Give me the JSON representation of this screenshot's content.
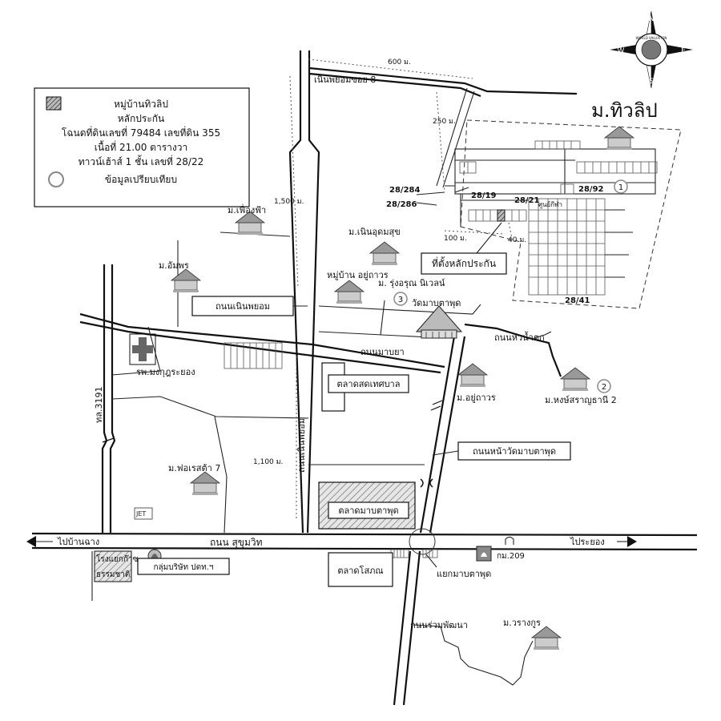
{
  "legend": {
    "village_name": "หมู่บ้านทิวลิป",
    "collateral": "หลักประกัน",
    "deed": "โฉนดที่ดินเลขที่ 79484 เลขที่ดิน 355",
    "area": "เนื้อที่ 21.00 ตารางวา",
    "building": "ทาวน์เฮ้าส์ 1 ชั้น เลขที่ 28/22",
    "comparison": "ข้อมูลเปรียบเทียบ"
  },
  "compass": {
    "n": "N",
    "s": "S",
    "e": "E",
    "w": "W",
    "seal": "WORLD VALUATION"
  },
  "project_title": "ม.ทิวลิป",
  "roads": {
    "soi8": "เนินพยอมซอย 8",
    "nernpayom": "ถนนเนินพยอม",
    "nernpayom_vertical": "ถนนเนินพยอม",
    "mabya": "ถนนมาบยา",
    "huanamtok": "ถนนห้วน้ำตก",
    "wat_front": "ถนนหน้าวัดมาบตาพุด",
    "sukhumvit": "ถนน สุขุมวิท",
    "ruampattana": "ถนนร่วมพัฒนา",
    "route3191": "ทล.3191",
    "to_banchang": "ไปบ้านฉาง",
    "to_rayong": "ไประยอง",
    "junction": "แยกมาบตาพุด",
    "km": "กม.209"
  },
  "distances": {
    "d600": "600 ม.",
    "d250": "250 ม.",
    "d1500": "1,500 ม.",
    "d100": "100 ม.",
    "d40": "40 ม.",
    "d1100": "1,100 ม."
  },
  "lots": {
    "l284": "28/284",
    "l286": "28/286",
    "l19": "28/19",
    "l21": "28/21",
    "l92": "28/92",
    "l41": "28/41",
    "club": "ศูนย์กีฬา"
  },
  "collateral_label": "ที่ตั้งหลักประกัน",
  "places": {
    "fuengfa": "ม.เฟื่องฟ้า",
    "aumporn": "ม.อัมพร",
    "nernudomsuk": "ม.เนินอุดมสุข",
    "yuthawon_village": "หมู่บ้าน อยู่ถาวร",
    "rungarun": "ม. รุ่งอรุณ นิเวลน์",
    "wat": "วัดมาบตาพุด",
    "yuthawon": "ม.อยู่ถาวร",
    "hongsaran": "ม.หงษ์สราญธานี 2",
    "hospital": "รพ.มงกุฎระยอง",
    "fresh_market": "ตลาดสดเทศบาล",
    "forest7": "ม.ฟอเรสต้า 7",
    "maptaphut_market": "ตลาดมาบตาพุด",
    "sopon_market": "ตลาดโสภณ",
    "gas_plant_1": "โรงแยกก๊าซ",
    "gas_plant_2": "ธรรมชาติ",
    "ptt": "กลุ่มบริษัท ปตท.ฯ",
    "warangkul": "ม.วรางกูร",
    "jet": "JET"
  },
  "markers": {
    "m1": "1",
    "m2": "2",
    "m3": "3"
  }
}
